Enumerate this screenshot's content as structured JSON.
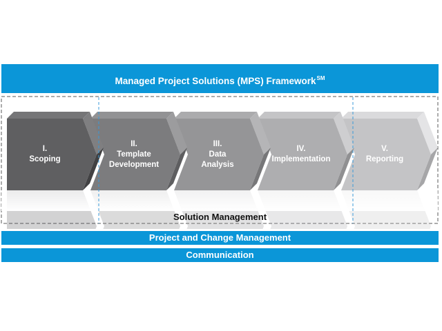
{
  "title": {
    "text": "Managed Project Solutions (MPS) Framework",
    "superscript": "SM"
  },
  "phases": [
    {
      "number": "I.",
      "name": "Scoping",
      "fill": "#5f5f61"
    },
    {
      "number": "II.",
      "name": "Template Development",
      "fill": "#7c7c7e"
    },
    {
      "number": "III.",
      "name": "Data Analysis",
      "fill": "#959597"
    },
    {
      "number": "IV.",
      "name": "Implementation",
      "fill": "#aeaeb0"
    },
    {
      "number": "V.",
      "name": "Reporting",
      "fill": "#c4c4c6"
    }
  ],
  "solution_management": "Solution Management",
  "project_change_management": "Project and Change Management",
  "communication": "Communication",
  "colors": {
    "banner": "#0b96d8",
    "dashed_frame": "#5a5a5a",
    "divider": "#3a9ad9"
  }
}
